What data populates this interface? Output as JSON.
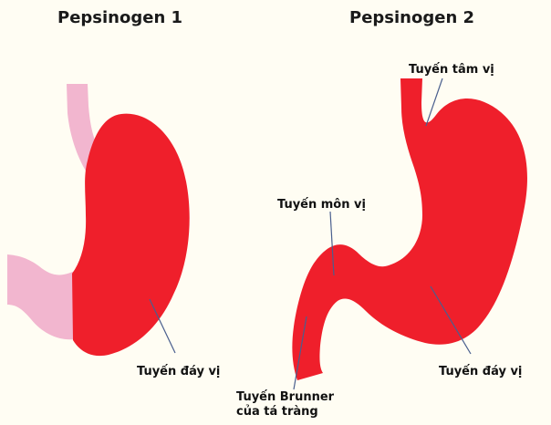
{
  "titles": {
    "left": "Pepsinogen 1",
    "right": "Pepsinogen 2"
  },
  "labels": {
    "left_fundic": "Tuyến đáy vị",
    "cardiac": "Tuyến tâm vị",
    "pyloric": "Tuyến môn vị",
    "right_fundic": "Tuyến đáy vị",
    "brunner_line1": "Tuyến Brunner",
    "brunner_line2": "của tá tràng"
  },
  "colors": {
    "stomach_red": "#ef1f2b",
    "stomach_pink": "#f2b6cf",
    "leader_line": "#4a5f8e",
    "border": "#fff09a"
  }
}
